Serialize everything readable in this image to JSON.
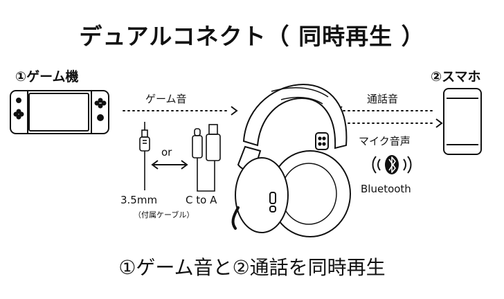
{
  "title": "デュアルコネクト（ 同時再生 ）",
  "left_device": {
    "label": "①ゲーム機",
    "icon": "game-console-icon"
  },
  "right_device": {
    "label": "②スマホ",
    "icon": "smartphone-icon"
  },
  "arrows": {
    "game_audio": "ゲーム音",
    "call_audio": "通話音",
    "mic_audio": "マイク音声"
  },
  "cables": {
    "option1": "3.5mm",
    "or": "or",
    "option2": "C to A",
    "note": "（付属ケーブル）"
  },
  "bluetooth": {
    "label": "Bluetooth",
    "icon": "bluetooth-icon"
  },
  "caption": "①ゲーム音と②通話を同時再生"
}
